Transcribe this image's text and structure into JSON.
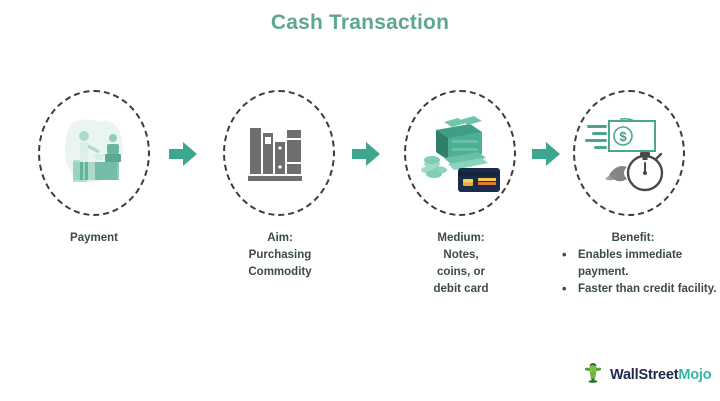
{
  "title": "Cash Transaction",
  "theme": {
    "background": "#ffffff",
    "title_color": "#5ea690",
    "arrow_color": "#3da68f",
    "caption_color": "#3c4a4a",
    "circle_border_color": "#3c3c3c",
    "cash_green": "#3f9e85",
    "book_gray": "#6e6e6e",
    "card_navy": "#1b2b4b",
    "card_orange": "#f2a33c",
    "logo_dark": "#1d2a4d",
    "logo_teal": "#34b6a7",
    "logo_leaf_green": "#5fb24a"
  },
  "flow": {
    "steps": [
      {
        "id": "payment",
        "icon": "cashier-payment-illustration-icon",
        "caption_lines": [
          "Payment"
        ]
      },
      {
        "id": "aim",
        "icon": "books-shelf-icon",
        "caption_lines": [
          "Aim:",
          "Purchasing",
          "Commodity"
        ]
      },
      {
        "id": "medium",
        "icon": "cash-coins-debit-card-icon",
        "caption_lines": [
          "Medium:",
          "Notes,",
          "coins, or",
          "debit card"
        ]
      },
      {
        "id": "benefit",
        "icon": "fast-money-stopwatch-icon",
        "caption_heading": "Benefit:",
        "bullets": [
          "Enables immediate payment.",
          "Faster than credit facility."
        ]
      }
    ],
    "arrows": [
      {
        "id": "arrow-1",
        "icon": "arrow-right-icon"
      },
      {
        "id": "arrow-2",
        "icon": "arrow-right-icon"
      },
      {
        "id": "arrow-3",
        "icon": "arrow-right-icon"
      }
    ]
  },
  "branding": {
    "mark_icon": "wallstreetmojo-bull-mark-icon",
    "name_part1": "WallStreet",
    "name_part2": "Mojo"
  }
}
